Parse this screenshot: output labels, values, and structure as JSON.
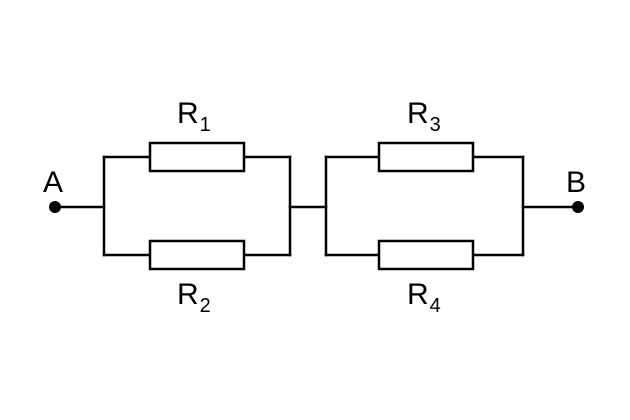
{
  "diagram": {
    "type": "circuit",
    "description_text": "",
    "terminals": {
      "a": {
        "label": "A"
      },
      "b": {
        "label": "B"
      }
    },
    "resistors": [
      {
        "letter": "R",
        "index": "1"
      },
      {
        "letter": "R",
        "index": "2"
      },
      {
        "letter": "R",
        "index": "3"
      },
      {
        "letter": "R",
        "index": "4"
      }
    ],
    "colors": {
      "line": "#000000",
      "background": "#ffffff"
    }
  }
}
